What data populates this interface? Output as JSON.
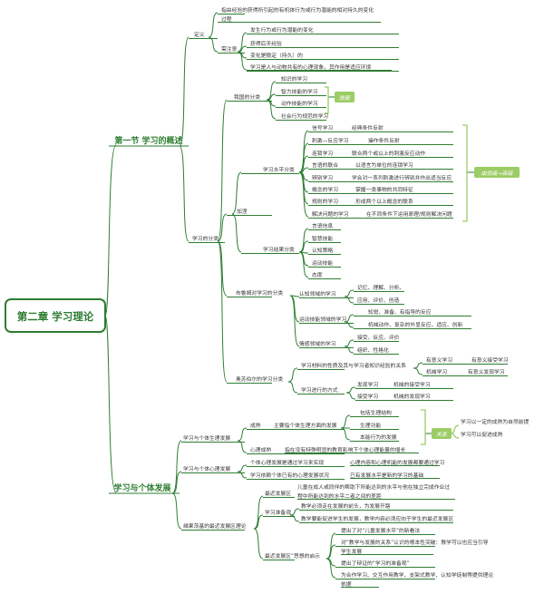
{
  "root": "第二章 学习理论",
  "sections": {
    "s1": "第一节 学习的概述",
    "s2": "学习与个体发展"
  },
  "definition": {
    "label": "定义",
    "text_line1": "指由经验的获得所引起的有机体行为或行为潜能的相对持久的变化",
    "text_line2": "过程",
    "note_label": "需注意",
    "notes": [
      "发生行为或行为潜能的变化",
      "获得后天经验",
      "变化是稳定（持久）的",
      "学习是人与动物共有的心理现象，其作用是适应环境"
    ]
  },
  "classification": {
    "label": "学习的分类",
    "china": {
      "label": "我国的分类",
      "items": [
        "知识的学习",
        "智力技能的学习",
        "动作技能的学习",
        "社会行为规范的学习"
      ],
      "tag": "技能"
    },
    "gagne": {
      "label": "加涅",
      "level": {
        "label": "学习水平分类",
        "items": [
          {
            "name": "信号学习",
            "desc": "经典条件反射"
          },
          {
            "name": "刺激—反应学习",
            "desc": "操作条件反射"
          },
          {
            "name": "连锁学习",
            "desc": "联合两个或以上的刺激反应动作"
          },
          {
            "name": "言语的联合",
            "desc": "以语言为单位的连锁学习"
          },
          {
            "name": "辨别学习",
            "desc": "学会对一系列刺激进行辨别并作出适当反应"
          },
          {
            "name": "概念的学习",
            "desc": "掌握一类事物的共同特征"
          },
          {
            "name": "规则的学习",
            "desc": "形成两个以上概念的联系"
          },
          {
            "name": "解决问题的学习",
            "desc": "在不同条件下运用原理/规则解决问题"
          }
        ],
        "tag": "由低级→高级"
      },
      "result": {
        "label": "学习结果分类",
        "items": [
          "言语信息",
          "智慧技能",
          "认知策略",
          "运动技能",
          "态度"
        ]
      }
    },
    "bloom": {
      "label": "布鲁姆对学习的分类",
      "cognitive": {
        "label": "认知领域的学习",
        "line1": "记忆、理解、分析、",
        "line2": "应用、评价、创造"
      },
      "motor": {
        "label": "运动技能领域的学习",
        "line1": "知觉、准备、有指导的反应",
        "line2": "机械动作、复杂的外显反应、适应、创新"
      },
      "affective": {
        "label": "情感领域的学习",
        "line1": "接受、反应、评价",
        "line2": "组织、性格化"
      }
    },
    "ausubel": {
      "label": "奥苏伯尔的学习分类",
      "relation": {
        "label": "学习材料的性质及其与学习者知识经验的关系",
        "items": [
          {
            "name": "有意义学习",
            "desc": "有意义接受学习"
          },
          {
            "name": "机械学习",
            "desc": "有意义发现学习"
          }
        ]
      },
      "method": {
        "label": "学习进行的方式",
        "items": [
          {
            "name": "发现学习",
            "desc": "机械的接受学习"
          },
          {
            "name": "接受学习",
            "desc": "机械的发现学习"
          }
        ]
      }
    }
  },
  "development": {
    "physical": {
      "label": "学习与个体生理发展",
      "maturation": {
        "label": "成熟",
        "desc": "主要指个体生理方面的发展",
        "items": [
          "包括生理结构",
          "生理功能",
          "本能行为的发展"
        ]
      },
      "mental": {
        "label": "心理成熟",
        "desc": "指在没有特殊明显的教育影响下个体心理能量的增长"
      },
      "tag": "关系",
      "relations": [
        "学习以一定的成熟为自然前提",
        "学习可以促进成熟"
      ]
    },
    "psychological": {
      "label": "学习与个体心理发展",
      "rows": [
        {
          "left": "个体心理发展是通过学习来实现",
          "right": "心理内容和心理机能的发展都要通过学习"
        },
        {
          "left": "学习依赖个体已有的心理发展状况",
          "right": "已有发展水平是新的学习的基础"
        }
      ]
    },
    "vygotsky": {
      "label": "维果茨基的最近发展区理论",
      "zpd": {
        "label": "最近发展区",
        "line1": "儿童在成人或同伴的帮助下所能达到的水平与他在独立完成作业过",
        "line2": "程中所能达到的水平二者之间的差距"
      },
      "teaching": {
        "label": "学习准备观",
        "items": [
          "教学必须走在发展的前头，为发展开路",
          "教学要能促进学生的发展，教学内容必须应向于学生的最近发展区"
        ]
      },
      "inspiration": {
        "label": "最近发展区”思想的启示",
        "items": [
          "提出了对“儿童发展水平”的新看法",
          "对“教学与发展的关系”认识的根本性突破：教学可以也应当引导",
          "学生发展",
          "提出了辩证的“学习的准备观”",
          "为合作学习、交互作用教学、支架式教学、认知学徒制等提供理论",
          "依据"
        ]
      }
    }
  },
  "colors": {
    "line": "#2e7d32",
    "root_border": "#2e7d32",
    "root_text": "#2e7d32",
    "section_text": "#2e7d32",
    "text": "#333333",
    "tag_fill": "#9ccc65",
    "tag_text": "#ffffff",
    "bracket": "#9ccc65"
  }
}
